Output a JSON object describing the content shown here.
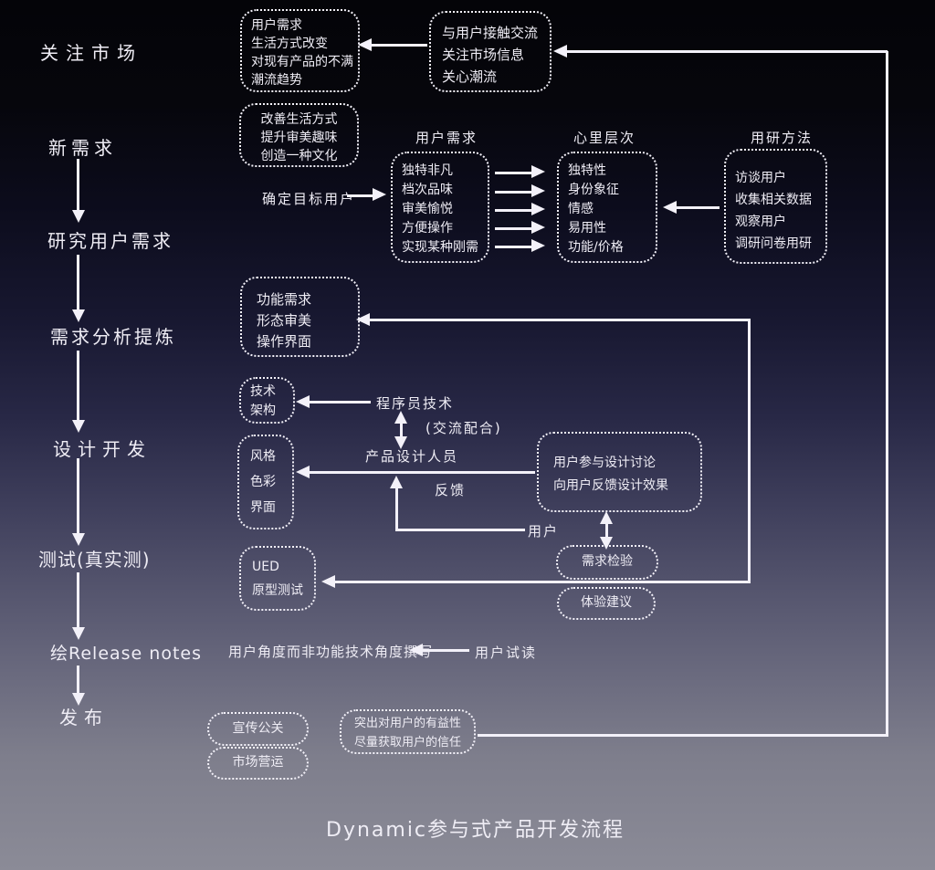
{
  "title": "Dynamic参与式产品开发流程",
  "stages": {
    "watch_market": "关注市场",
    "new_demand": "新需求",
    "research_user_needs": "研究用户需求",
    "demand_analysis": "需求分析提炼",
    "design_dev": "设计开发",
    "testing": "测试(真实测)",
    "release_notes": "绘Release notes",
    "publish": "发布"
  },
  "labels": {
    "target_user": "确定目标用户",
    "user_needs": "用户需求",
    "psych_levels": "心里层次",
    "research_methods": "用研方法",
    "programmer_tech": "程序员技术",
    "cooperation": "(交流配合)",
    "product_designers": "产品设计人员",
    "feedback": "反馈",
    "user": "用户",
    "release_angle": "用户角度而非功能技术角度撰写",
    "user_read": "用户试读"
  },
  "boxes": {
    "market_signals": {
      "lines": [
        "用户需求",
        "生活方式改变",
        "对现有产品的不满",
        "潮流趋势"
      ]
    },
    "market_actions": {
      "lines": [
        "与用户接触交流",
        "关注市场信息",
        "关心潮流"
      ]
    },
    "new_culture": {
      "lines": [
        "改善生活方式",
        "提升审美趣味",
        "创造一种文化"
      ]
    },
    "user_need_items": {
      "lines": [
        "独特非凡",
        "档次品味",
        "审美愉悦",
        "方便操作",
        "实现某种刚需"
      ]
    },
    "psych_items": {
      "lines": [
        "独特性",
        "身份象征",
        "情感",
        "易用性",
        "功能/价格"
      ]
    },
    "method_items": {
      "lines": [
        "访谈用户",
        "收集相关数据",
        "观察用户",
        "调研问卷用研"
      ]
    },
    "requirements": {
      "lines": [
        "功能需求",
        "形态审美",
        "操作界面"
      ]
    },
    "tech": {
      "lines": [
        "技术",
        "架构"
      ]
    },
    "style": {
      "lines": [
        "风格",
        "色彩",
        "界面"
      ]
    },
    "user_participation": {
      "lines": [
        "用户参与设计讨论",
        "向用户反馈设计效果"
      ]
    },
    "req_check": {
      "lines": [
        "需求检验"
      ]
    },
    "exp_suggest": {
      "lines": [
        "体验建议"
      ]
    },
    "ued": {
      "lines": [
        "UED",
        "原型测试"
      ]
    },
    "pr": {
      "lines": [
        "宣传公关"
      ]
    },
    "marketing": {
      "lines": [
        "市场营运"
      ]
    },
    "benefit": {
      "lines": [
        "突出对用户的有益性",
        "尽量获取用户的信任"
      ]
    }
  },
  "colors": {
    "background_top": "#040408",
    "background_bottom": "#8b8b97",
    "ink": "#f3f1f9"
  }
}
